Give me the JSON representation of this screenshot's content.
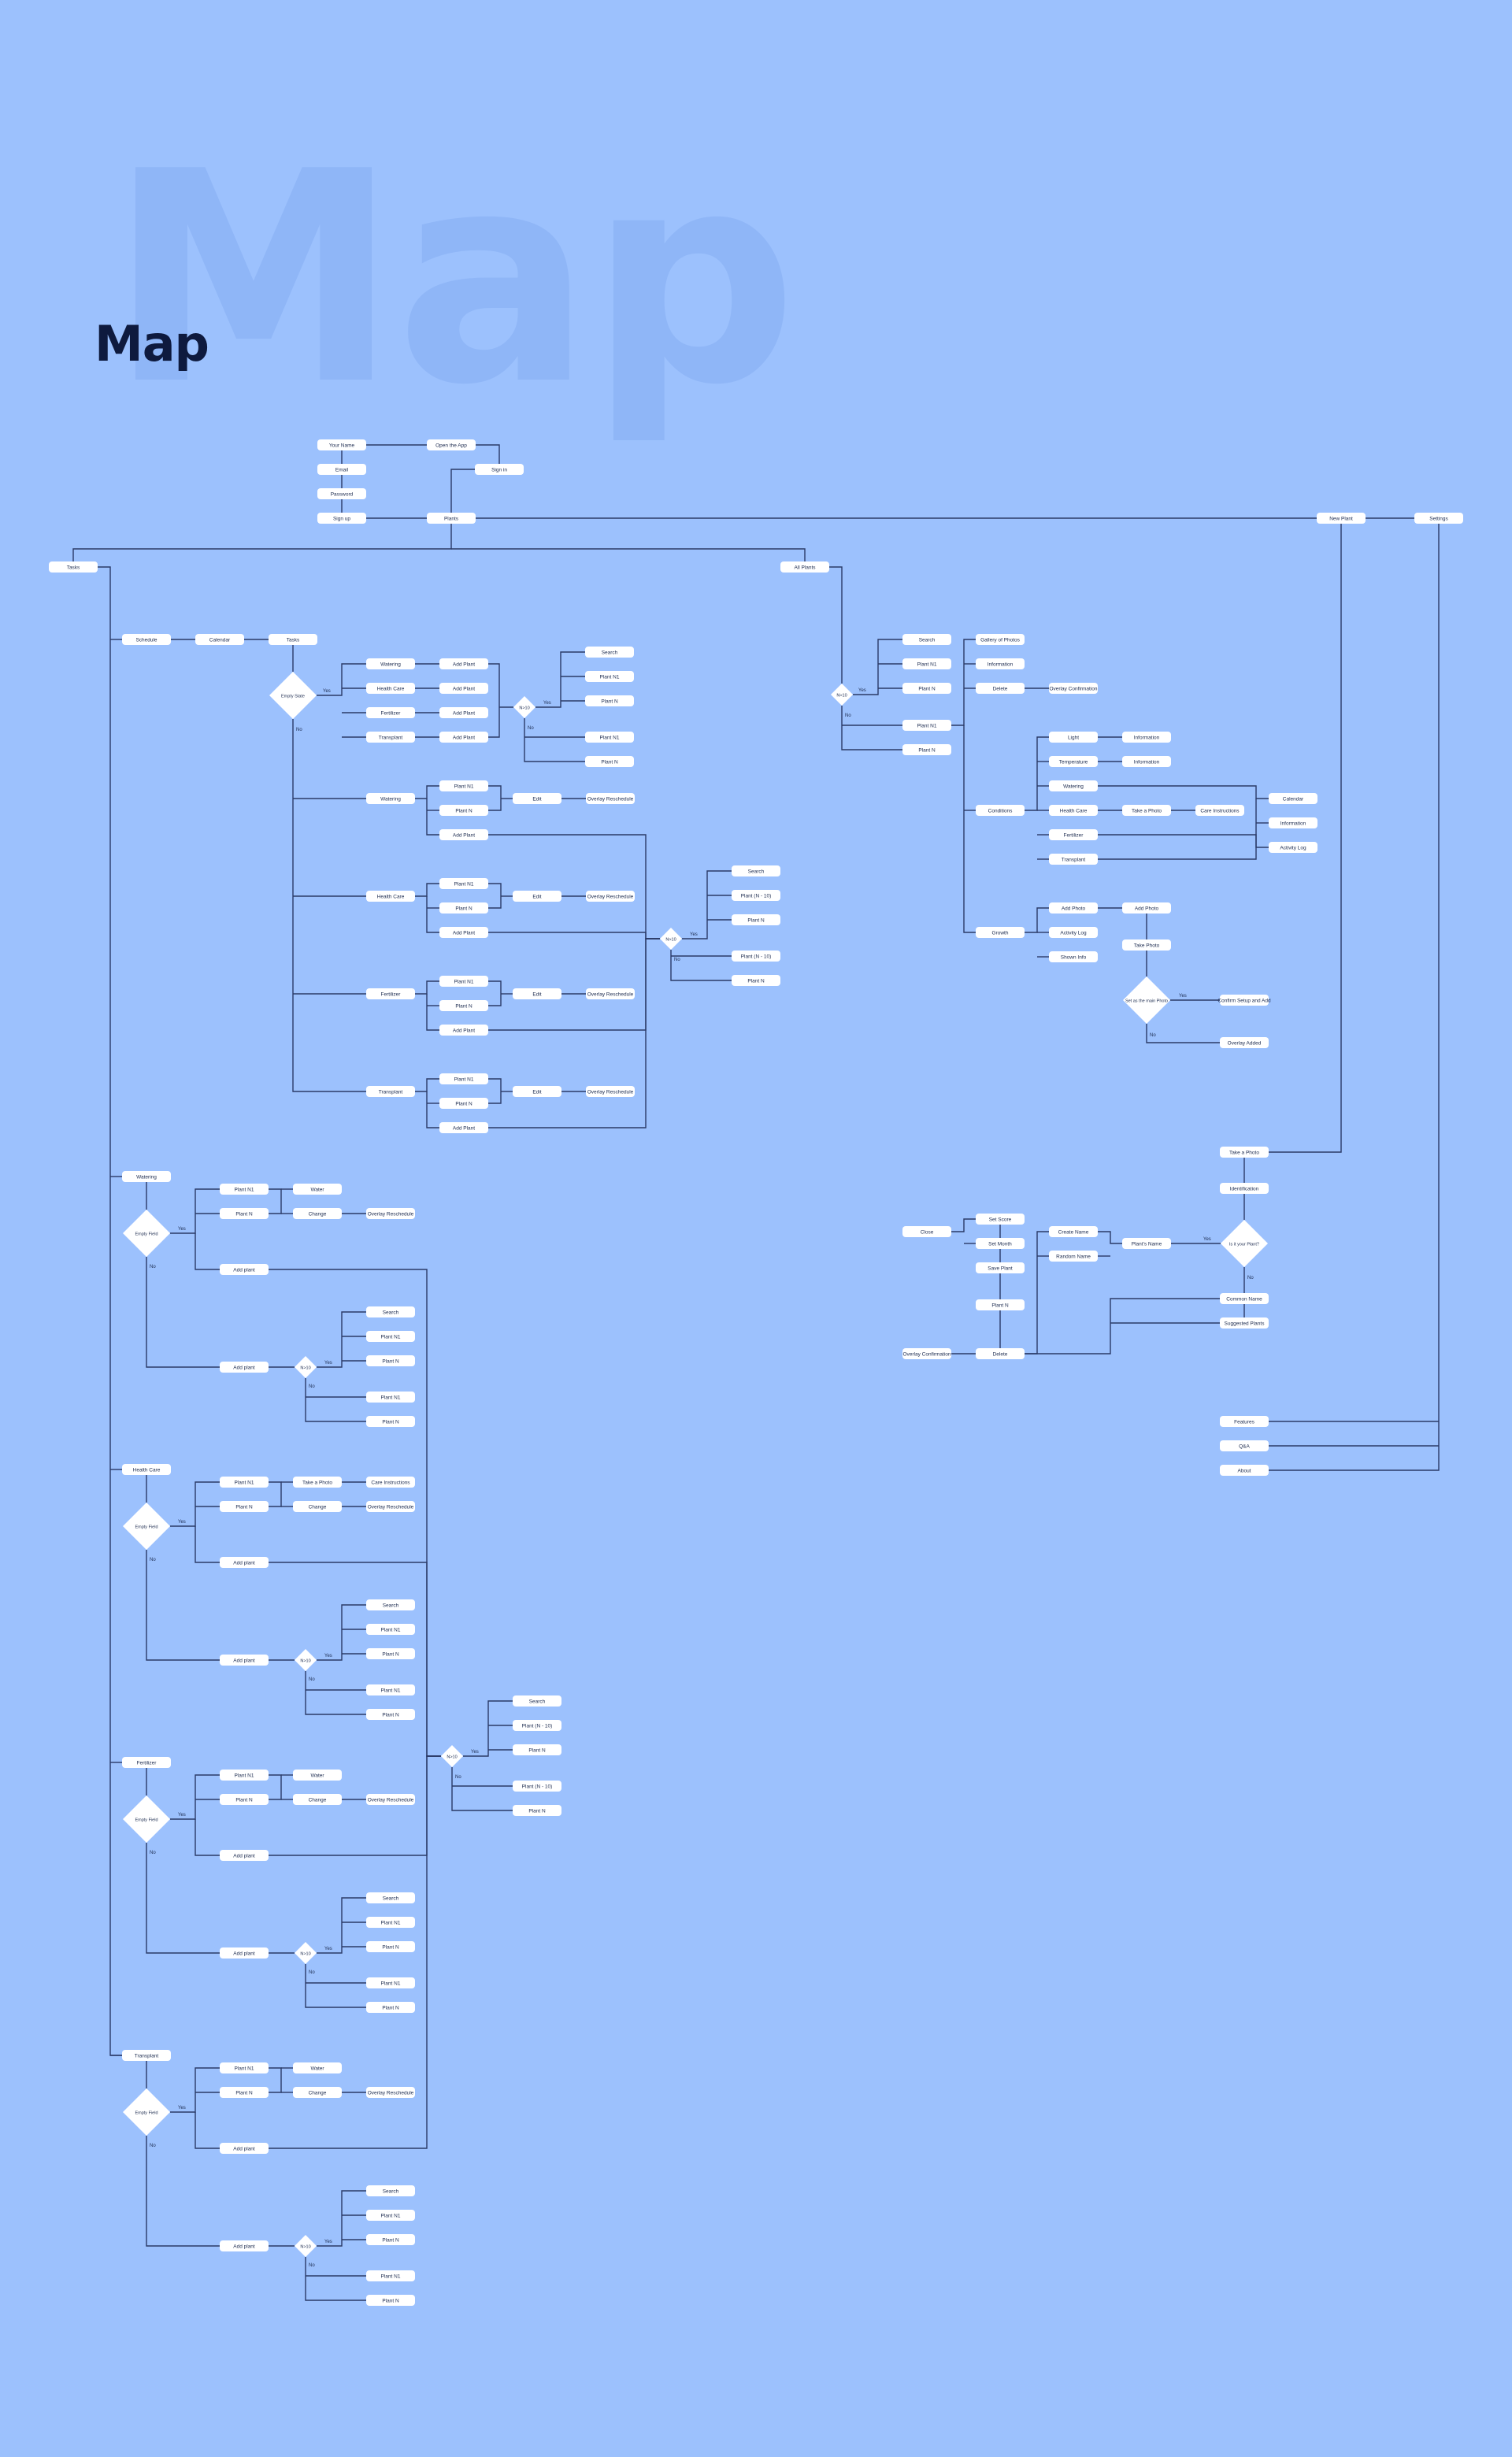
{
  "page": {
    "watermark": "Map",
    "title": "Map"
  },
  "colors": {
    "background": "#9CC1FD",
    "node_fill": "#FFFFFF",
    "line": "#2B3A67",
    "text": "#1B2A4E"
  },
  "nodes": [
    {
      "id": "yourname",
      "label": "Your Name"
    },
    {
      "id": "open",
      "label": "Open the App"
    },
    {
      "id": "email",
      "label": "Email"
    },
    {
      "id": "signin",
      "label": "Sign in"
    },
    {
      "id": "password",
      "label": "Password"
    },
    {
      "id": "signup",
      "label": "Sign up"
    },
    {
      "id": "plants",
      "label": "Plants"
    },
    {
      "id": "newplant",
      "label": "New Plant"
    },
    {
      "id": "settings",
      "label": "Settings"
    },
    {
      "id": "tasks",
      "label": "Tasks"
    },
    {
      "id": "allplants",
      "label": "All Plants"
    },
    {
      "id": "schedule",
      "label": "Schedule"
    },
    {
      "id": "calendar",
      "label": "Calendar"
    },
    {
      "id": "tasks2",
      "label": "Tasks"
    },
    {
      "id": "emptystate",
      "label": "Empty State",
      "shape": "diamond"
    },
    {
      "id": "e_water",
      "label": "Watering"
    },
    {
      "id": "e_health",
      "label": "Health Care"
    },
    {
      "id": "e_fert",
      "label": "Fertilizer"
    },
    {
      "id": "e_trans",
      "label": "Transplant"
    },
    {
      "id": "e_add1",
      "label": "Add Plant"
    },
    {
      "id": "e_add2",
      "label": "Add Plant"
    },
    {
      "id": "e_add3",
      "label": "Add Plant"
    },
    {
      "id": "e_add4",
      "label": "Add Plant"
    },
    {
      "id": "d1",
      "label": "N>10",
      "shape": "diamond"
    },
    {
      "id": "d1_search",
      "label": "Search"
    },
    {
      "id": "d1_p1",
      "label": "Plant N1"
    },
    {
      "id": "d1_p2",
      "label": "Plant N"
    },
    {
      "id": "d1_p3",
      "label": "Plant N1"
    },
    {
      "id": "d1_p4",
      "label": "Plant N"
    },
    {
      "id": "w_group",
      "label": "Watering"
    },
    {
      "id": "w_p1",
      "label": "Plant N1"
    },
    {
      "id": "w_p2",
      "label": "Plant N"
    },
    {
      "id": "w_add",
      "label": "Add Plant"
    },
    {
      "id": "w_edit",
      "label": "Edit"
    },
    {
      "id": "w_resched",
      "label": "Overlay Reschedule"
    },
    {
      "id": "h_group",
      "label": "Health Care"
    },
    {
      "id": "h_p1",
      "label": "Plant N1"
    },
    {
      "id": "h_p2",
      "label": "Plant N"
    },
    {
      "id": "h_add",
      "label": "Add Plant"
    },
    {
      "id": "h_edit",
      "label": "Edit"
    },
    {
      "id": "h_resched",
      "label": "Overlay Reschedule"
    },
    {
      "id": "f_group",
      "label": "Fertilizer"
    },
    {
      "id": "f_p1",
      "label": "Plant N1"
    },
    {
      "id": "f_p2",
      "label": "Plant N"
    },
    {
      "id": "f_add",
      "label": "Add Plant"
    },
    {
      "id": "f_edit",
      "label": "Edit"
    },
    {
      "id": "f_resched",
      "label": "Overlay Reschedule"
    },
    {
      "id": "t_group",
      "label": "Transplant"
    },
    {
      "id": "t_p1",
      "label": "Plant N1"
    },
    {
      "id": "t_p2",
      "label": "Plant N"
    },
    {
      "id": "t_add",
      "label": "Add Plant"
    },
    {
      "id": "t_edit",
      "label": "Edit"
    },
    {
      "id": "t_resched",
      "label": "Overlay Reschedule"
    },
    {
      "id": "d2",
      "label": "N>10",
      "shape": "diamond"
    },
    {
      "id": "d2_search",
      "label": "Search"
    },
    {
      "id": "d2_p1",
      "label": "Plant (N - 10)"
    },
    {
      "id": "d2_p2",
      "label": "Plant N"
    },
    {
      "id": "d2_p3",
      "label": "Plant (N - 10)"
    },
    {
      "id": "d2_p4",
      "label": "Plant N"
    },
    {
      "id": "ap_d",
      "label": "N>10",
      "shape": "diamond"
    },
    {
      "id": "ap_search",
      "label": "Search"
    },
    {
      "id": "ap_p1",
      "label": "Plant N1"
    },
    {
      "id": "ap_p2",
      "label": "Plant N"
    },
    {
      "id": "ap_p3",
      "label": "Plant N1"
    },
    {
      "id": "ap_p4",
      "label": "Plant N"
    },
    {
      "id": "gallery",
      "label": "Gallery of Photos"
    },
    {
      "id": "info1",
      "label": "Information"
    },
    {
      "id": "delete1",
      "label": "Delete"
    },
    {
      "id": "delconf1",
      "label": "Overlay Confirmation"
    },
    {
      "id": "conditions",
      "label": "Conditions"
    },
    {
      "id": "c_light",
      "label": "Light"
    },
    {
      "id": "c_light_info",
      "label": "Information"
    },
    {
      "id": "c_temp",
      "label": "Temperature"
    },
    {
      "id": "c_temp_info",
      "label": "Information"
    },
    {
      "id": "c_water",
      "label": "Watering"
    },
    {
      "id": "c_health",
      "label": "Health Care"
    },
    {
      "id": "c_photo",
      "label": "Take a Photo"
    },
    {
      "id": "c_careinst",
      "label": "Care Instructions"
    },
    {
      "id": "c_fert",
      "label": "Fertilizer"
    },
    {
      "id": "c_trans",
      "label": "Transplant"
    },
    {
      "id": "c_calendar",
      "label": "Calendar"
    },
    {
      "id": "c_info",
      "label": "Information"
    },
    {
      "id": "c_history",
      "label": "Activity Log"
    },
    {
      "id": "growth",
      "label": "Growth"
    },
    {
      "id": "g_addphoto",
      "label": "Add Photo"
    },
    {
      "id": "g_addphoto2",
      "label": "Add Photo"
    },
    {
      "id": "g_log",
      "label": "Activity Log"
    },
    {
      "id": "g_shown",
      "label": "Shown Info"
    },
    {
      "id": "g_takephoto",
      "label": "Take Photo"
    },
    {
      "id": "g_question",
      "label": "Set as the main Photo",
      "shape": "diamond"
    },
    {
      "id": "g_confirm",
      "label": "Confirm Setup and Add"
    },
    {
      "id": "g_added",
      "label": "Overlay Added"
    },
    {
      "id": "np_photo",
      "label": "Take a Photo"
    },
    {
      "id": "np_ident",
      "label": "Identification"
    },
    {
      "id": "np_question",
      "label": "Is it your Plant?",
      "shape": "diamond"
    },
    {
      "id": "np_common",
      "label": "Common Name"
    },
    {
      "id": "np_suggest",
      "label": "Suggested Plants"
    },
    {
      "id": "np_plantname",
      "label": "Plant's Name"
    },
    {
      "id": "np_create",
      "label": "Create Name"
    },
    {
      "id": "np_random",
      "label": "Random Name"
    },
    {
      "id": "np_close",
      "label": "Close"
    },
    {
      "id": "np_setscore",
      "label": "Set Score"
    },
    {
      "id": "np_setmonth",
      "label": "Set Month"
    },
    {
      "id": "np_save",
      "label": "Save Plant"
    },
    {
      "id": "np_planta",
      "label": "Plant N"
    },
    {
      "id": "np_delete",
      "label": "Delete"
    },
    {
      "id": "np_delconf",
      "label": "Overlay Confirmation"
    },
    {
      "id": "s_features",
      "label": "Features"
    },
    {
      "id": "s_qa",
      "label": "Q&A"
    },
    {
      "id": "s_about",
      "label": "About"
    },
    {
      "id": "tw",
      "label": "Watering"
    },
    {
      "id": "tw_empty",
      "label": "Empty Field",
      "shape": "diamond"
    },
    {
      "id": "tw_p1",
      "label": "Plant N1"
    },
    {
      "id": "tw_p2",
      "label": "Plant N"
    },
    {
      "id": "tw_a1",
      "label": "Water"
    },
    {
      "id": "tw_a2",
      "label": "Change"
    },
    {
      "id": "tw_res",
      "label": "Overlay Reschedule"
    },
    {
      "id": "tw_add",
      "label": "Add plant"
    },
    {
      "id": "tw_add2",
      "label": "Add plant"
    },
    {
      "id": "tw_d",
      "label": "N>10",
      "shape": "diamond"
    },
    {
      "id": "tw_s",
      "label": "Search"
    },
    {
      "id": "tw_q1",
      "label": "Plant N1"
    },
    {
      "id": "tw_q2",
      "label": "Plant N"
    },
    {
      "id": "tw_q3",
      "label": "Plant N1"
    },
    {
      "id": "tw_q4",
      "label": "Plant N"
    },
    {
      "id": "th",
      "label": "Health Care"
    },
    {
      "id": "th_empty",
      "label": "Empty Field",
      "shape": "diamond"
    },
    {
      "id": "th_p1",
      "label": "Plant N1"
    },
    {
      "id": "th_p2",
      "label": "Plant N"
    },
    {
      "id": "th_a1",
      "label": "Take a Photo"
    },
    {
      "id": "th_a2",
      "label": "Change"
    },
    {
      "id": "th_care",
      "label": "Care Instructions"
    },
    {
      "id": "th_res",
      "label": "Overlay Reschedule"
    },
    {
      "id": "th_add",
      "label": "Add plant"
    },
    {
      "id": "th_add2",
      "label": "Add plant"
    },
    {
      "id": "th_d",
      "label": "N>10",
      "shape": "diamond"
    },
    {
      "id": "th_s",
      "label": "Search"
    },
    {
      "id": "th_q1",
      "label": "Plant N1"
    },
    {
      "id": "th_q2",
      "label": "Plant N"
    },
    {
      "id": "th_q3",
      "label": "Plant N1"
    },
    {
      "id": "th_q4",
      "label": "Plant N"
    },
    {
      "id": "mid_d",
      "label": "N>10",
      "shape": "diamond"
    },
    {
      "id": "mid_s",
      "label": "Search"
    },
    {
      "id": "mid_q1",
      "label": "Plant (N - 10)"
    },
    {
      "id": "mid_q2",
      "label": "Plant N"
    },
    {
      "id": "mid_q3",
      "label": "Plant (N - 10)"
    },
    {
      "id": "mid_q4",
      "label": "Plant N"
    },
    {
      "id": "tf",
      "label": "Fertilizer"
    },
    {
      "id": "tf_empty",
      "label": "Empty Field",
      "shape": "diamond"
    },
    {
      "id": "tf_p1",
      "label": "Plant N1"
    },
    {
      "id": "tf_p2",
      "label": "Plant N"
    },
    {
      "id": "tf_a1",
      "label": "Water"
    },
    {
      "id": "tf_a2",
      "label": "Change"
    },
    {
      "id": "tf_res",
      "label": "Overlay Reschedule"
    },
    {
      "id": "tf_add",
      "label": "Add plant"
    },
    {
      "id": "tf_add2",
      "label": "Add plant"
    },
    {
      "id": "tf_d",
      "label": "N>10",
      "shape": "diamond"
    },
    {
      "id": "tf_s",
      "label": "Search"
    },
    {
      "id": "tf_q1",
      "label": "Plant N1"
    },
    {
      "id": "tf_q2",
      "label": "Plant N"
    },
    {
      "id": "tf_q3",
      "label": "Plant N1"
    },
    {
      "id": "tf_q4",
      "label": "Plant N"
    },
    {
      "id": "tt",
      "label": "Transplant"
    },
    {
      "id": "tt_empty",
      "label": "Empty Field",
      "shape": "diamond"
    },
    {
      "id": "tt_p1",
      "label": "Plant N1"
    },
    {
      "id": "tt_p2",
      "label": "Plant N"
    },
    {
      "id": "tt_a1",
      "label": "Water"
    },
    {
      "id": "tt_a2",
      "label": "Change"
    },
    {
      "id": "tt_res",
      "label": "Overlay Reschedule"
    },
    {
      "id": "tt_add",
      "label": "Add plant"
    },
    {
      "id": "tt_add2",
      "label": "Add plant"
    },
    {
      "id": "tt_d",
      "label": "N>10",
      "shape": "diamond"
    },
    {
      "id": "tt_s",
      "label": "Search"
    },
    {
      "id": "tt_q1",
      "label": "Plant N1"
    },
    {
      "id": "tt_q2",
      "label": "Plant N"
    },
    {
      "id": "tt_q3",
      "label": "Plant N1"
    },
    {
      "id": "tt_q4",
      "label": "Plant N"
    }
  ],
  "branch_labels": {
    "yes": "Yes",
    "no": "No"
  }
}
